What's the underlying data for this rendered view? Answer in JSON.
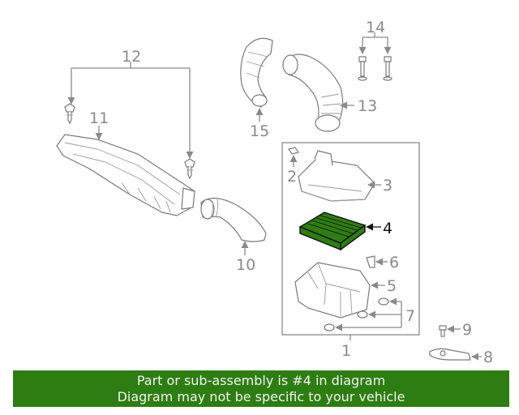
{
  "diagram": {
    "highlighted_part": "4",
    "highlight_color": "#2e7d12",
    "callouts": {
      "c1": "1",
      "c2": "2",
      "c3": "3",
      "c4": "4",
      "c5": "5",
      "c6": "6",
      "c7": "7",
      "c8": "8",
      "c9": "9",
      "c10": "10",
      "c11": "11",
      "c12": "12",
      "c13": "13",
      "c14": "14",
      "c15": "15"
    }
  },
  "banner": {
    "line1": "Part or sub-assembly is #4 in diagram",
    "line2": "Diagram may not be specific to your vehicle",
    "background": "#2e7d12"
  }
}
